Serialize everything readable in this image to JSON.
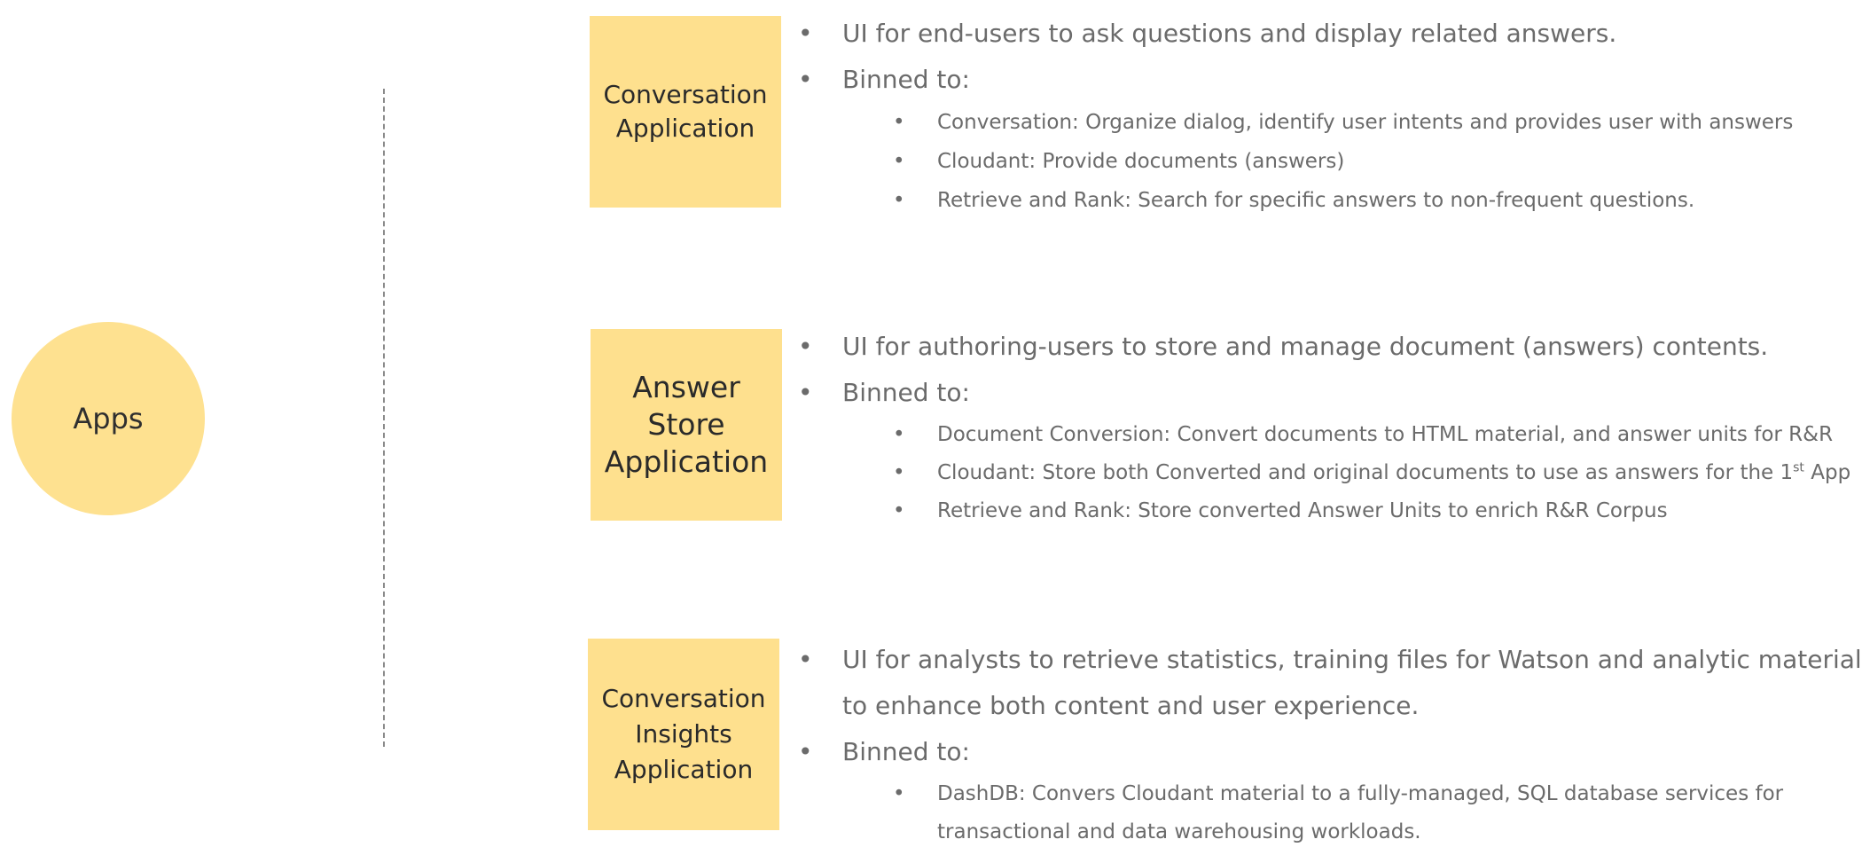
{
  "apps_circle": {
    "label": "Apps"
  },
  "sections": [
    {
      "box_label": "Conversation\nApplication",
      "main_bullets": [
        "UI for end-users to ask questions and display related answers.",
        "Binned to:"
      ],
      "sub_bullets": [
        "Conversation: Organize dialog, identify user intents and provides user with answers",
        "Cloudant: Provide documents (answers)",
        "Retrieve and Rank: Search for specific answers to non-frequent questions."
      ]
    },
    {
      "box_label": "Answer\nStore\nApplication",
      "main_bullets": [
        "UI for authoring-users to store and manage document (answers) contents.",
        "Binned to:"
      ],
      "sub_bullets": [
        "Document Conversion: Convert documents to HTML material, and answer units for R&R",
        "Cloudant: Store both Converted and original documents to use as answers for the 1",
        "Retrieve and Rank: Store converted Answer Units to enrich R&R Corpus"
      ],
      "sub_bullet_2_superscript": "st",
      "sub_bullet_2_suffix": " App"
    },
    {
      "box_label": "Conversation\nInsights\nApplication",
      "main_bullets": [
        "UI for analysts to retrieve statistics, training files for Watson and analytic material",
        "to enhance both content and user experience.",
        "Binned to:"
      ],
      "sub_bullets": [
        "DashDB: Convers Cloudant material to a fully-managed, SQL database services for",
        "transactional and data warehousing workloads."
      ]
    }
  ],
  "bullet_glyph": "•",
  "colors": {
    "yellow": "#fee190",
    "text_gray": "#6b6b6b",
    "divider_gray": "#8a8a8a"
  }
}
